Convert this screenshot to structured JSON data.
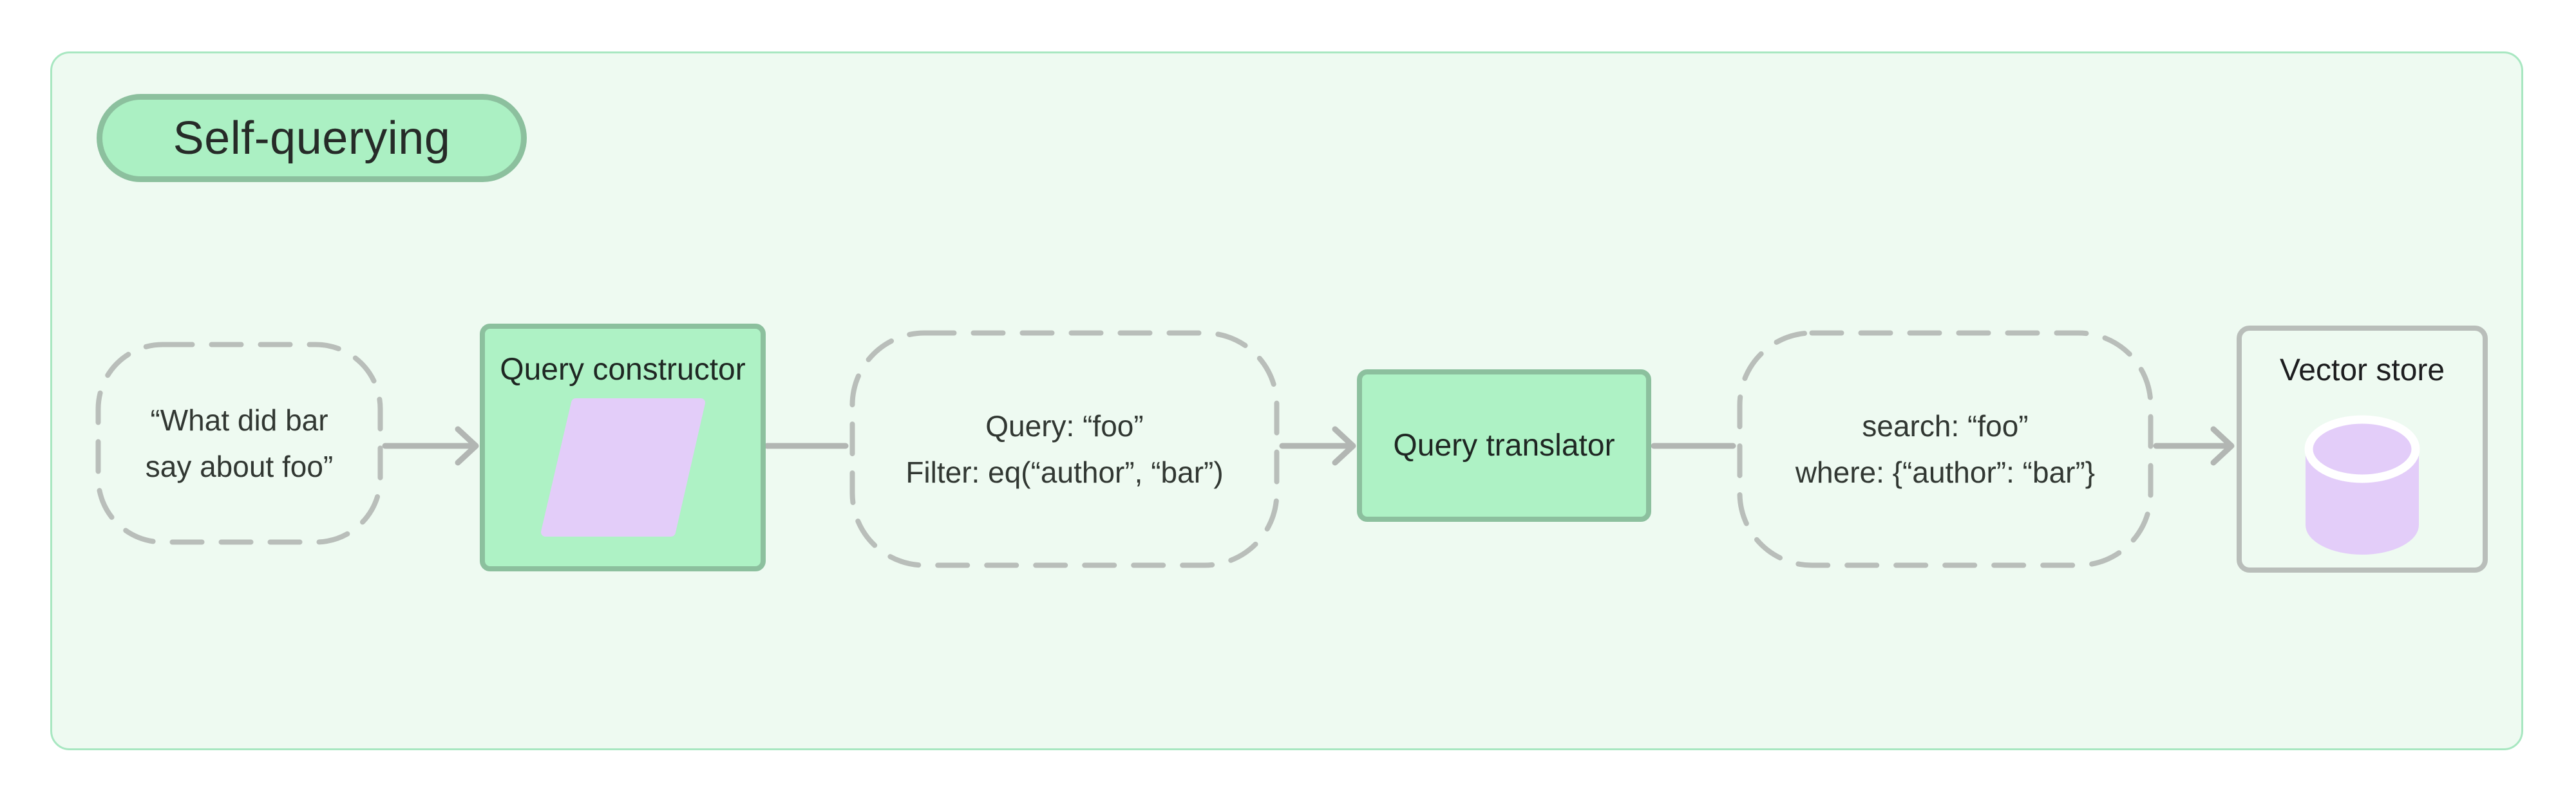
{
  "badge": {
    "label": "Self-querying"
  },
  "flow": {
    "nodes": {
      "question": {
        "lines": [
          "“What did bar",
          "say about foo”"
        ]
      },
      "constructor": {
        "label": "Query constructor",
        "icon": "parallelogram-icon"
      },
      "structured": {
        "lines": [
          "Query: “foo”",
          "Filter: eq(“author”, “bar”)"
        ]
      },
      "translator": {
        "label": "Query translator"
      },
      "translated": {
        "lines": [
          "search: “foo”",
          "where: {“author”: “bar”}"
        ]
      },
      "vectorstore": {
        "label": "Vector store",
        "icon": "database-icon"
      }
    }
  },
  "colors": {
    "panel_bg": "#eefaf1",
    "panel_border": "#a8e7c1",
    "green_fill": "#aef2c5",
    "green_border": "#8cc09e",
    "lavender": "#e3cdf9",
    "dash_gray": "#b9beba",
    "line_gray": "#b2b6b3"
  }
}
